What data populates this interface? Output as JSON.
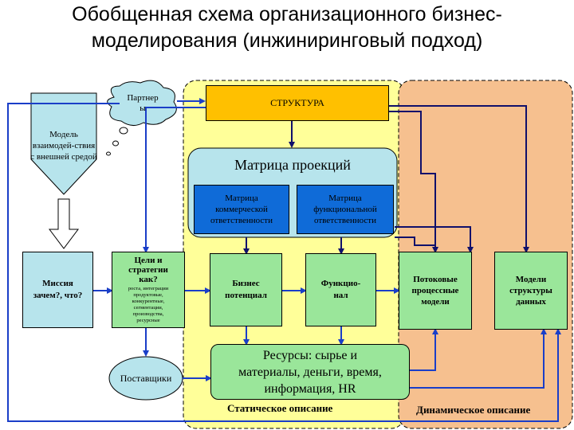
{
  "title": {
    "line1": "Обобщенная схема организационного бизнес-",
    "line2": "моделирования (инжиниринговый подход)"
  },
  "diagram": {
    "partners": {
      "line1": "Партнер",
      "line2": "ы"
    },
    "model_interaction": {
      "line1": "Модель",
      "line2": "взаимодей-ствия",
      "line3": "с внешней средой"
    },
    "structure": "СТРУКТУРА",
    "projection_matrix": "Матрица проекций",
    "matrix_commercial": {
      "line1": "Матрица",
      "line2": "коммерческой",
      "line3": "ответственности"
    },
    "matrix_functional": {
      "line1": "Матрица",
      "line2": "функциональной",
      "line3": "ответственности"
    },
    "mission": {
      "line1": "Миссия",
      "line2": "зачем?, что?"
    },
    "goals": {
      "line1": "Цели и",
      "line2": "стратегии",
      "line3": "как?",
      "detail1": "роста, интеграции",
      "detail2": "продуктовые,",
      "detail3": "конкурентные,",
      "detail4": "сегментации,",
      "detail5": "производства,",
      "detail6": "ресурсные"
    },
    "business_potential": {
      "line1": "Бизнес",
      "line2": "потенциал"
    },
    "functional": {
      "line1": "Функцио-",
      "line2": "нал"
    },
    "process_models": {
      "line1": "Потоковые",
      "line2": "процессные",
      "line3": "модели"
    },
    "data_models": {
      "line1": "Модели",
      "line2": "структуры",
      "line3": "данных"
    },
    "suppliers": "Поставщики",
    "resources": {
      "line1": "Ресурсы: сырье и",
      "line2": "материалы, деньги, время,",
      "line3": "информация, HR"
    },
    "static_label": "Статическое описание",
    "dynamic_label": "Динамическое описание"
  },
  "colors": {
    "static_area": "#ffff99",
    "dynamic_area": "#f6c08f",
    "orange_box": "#ffc000",
    "cyan_box": "#b7e4ec",
    "green_box": "#9ae69a",
    "blue_box": "#0f6bd8",
    "arrow_blue": "#1a3ec8",
    "arrow_dark": "#10106b"
  }
}
